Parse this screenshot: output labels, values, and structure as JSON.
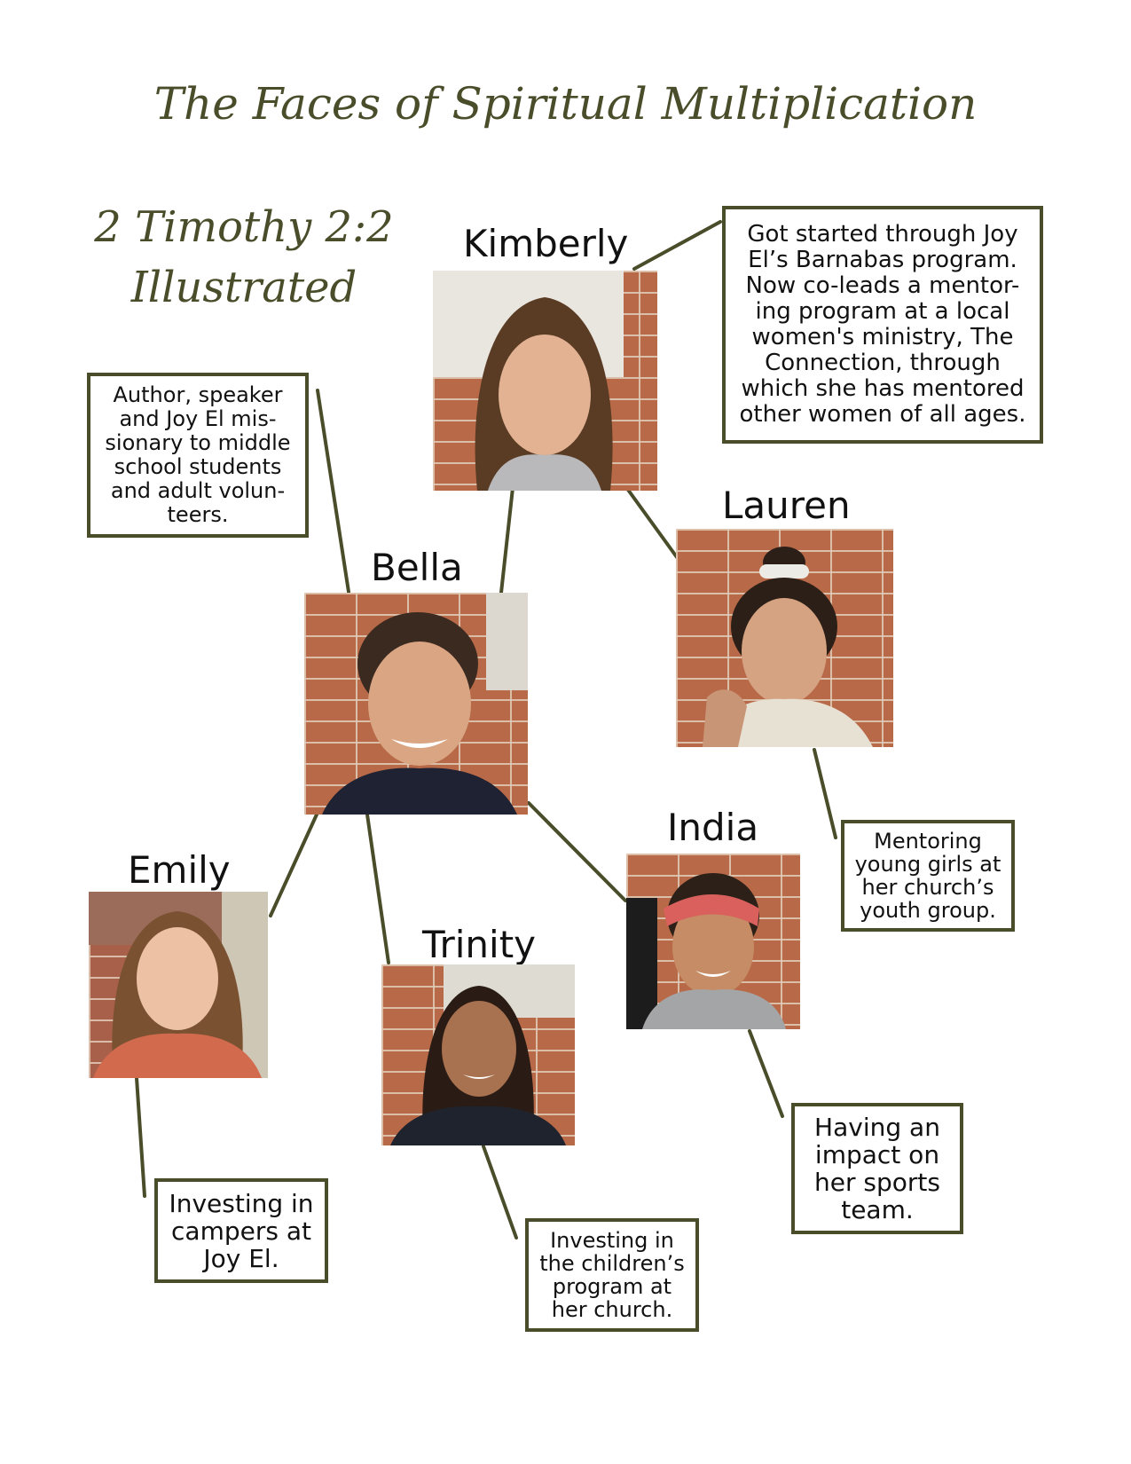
{
  "title": "The Faces of Spiritual Multiplication",
  "subtitle": {
    "line1": "2 Timothy 2:2",
    "line2": "Illustrated"
  },
  "people": {
    "kimberly": {
      "name": "Kimberly",
      "lines": [
        "Got started through Joy",
        "El’s Barnabas program.",
        "Now co-leads a mentor-",
        "ing program at a local",
        "women's ministry, The",
        "Connection, through",
        "which she has mentored",
        "other women of all ages."
      ]
    },
    "bella": {
      "name": "Bella",
      "lines": [
        "Author, speaker",
        "and Joy El mis-",
        "sionary to middle",
        "school students",
        "and adult volun-",
        "teers."
      ]
    },
    "lauren": {
      "name": "Lauren",
      "lines": [
        "Mentoring",
        "young girls at",
        "her church’s",
        "youth group."
      ]
    },
    "india": {
      "name": "India",
      "lines": [
        "Having an",
        "impact on",
        "her sports",
        "team."
      ]
    },
    "emily": {
      "name": "Emily",
      "lines": [
        "Investing in",
        "campers at",
        "Joy El."
      ]
    },
    "trinity": {
      "name": "Trinity",
      "lines": [
        "Investing in",
        "the children’s",
        "program at",
        "her church."
      ]
    }
  },
  "colors": {
    "accent_olive": "#4a4d2a",
    "brick": "#b86a48",
    "text": "#111111"
  }
}
